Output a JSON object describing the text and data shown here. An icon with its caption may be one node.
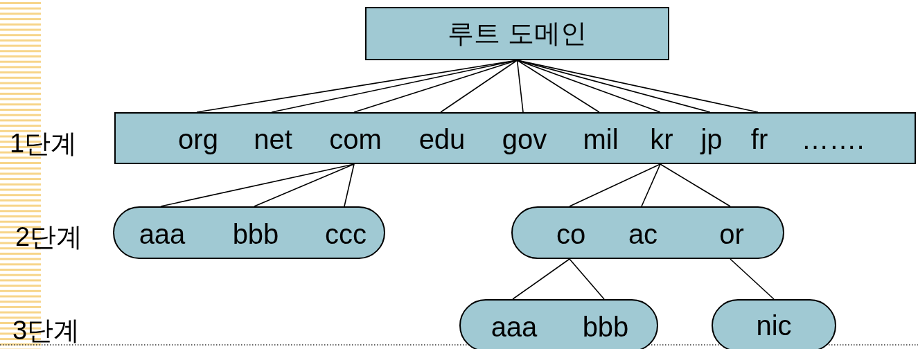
{
  "diagram": {
    "nodes": [
      {
        "text": [
          "루트 도메인"
        ]
      },
      {
        "text": [],
        "shape": "bar"
      },
      {
        "text": [
          "org"
        ],
        "in": 1
      },
      {
        "text": [
          "net"
        ],
        "in": 1
      },
      {
        "text": [
          "com"
        ],
        "in": 1
      },
      {
        "text": [
          "edu"
        ],
        "in": 1
      },
      {
        "text": [
          "gov"
        ],
        "in": 1
      },
      {
        "text": [
          "mil"
        ],
        "in": 1
      },
      {
        "text": [
          "kr"
        ],
        "in": 1
      },
      {
        "text": [
          "jp"
        ],
        "in": 1
      },
      {
        "text": [
          "fr"
        ],
        "in": 1
      },
      {
        "text": [
          "……."
        ],
        "in": 1
      },
      {
        "text": [],
        "shape": "pill"
      },
      {
        "text": [
          "aaa"
        ],
        "in": 12
      },
      {
        "text": [
          "bbb"
        ],
        "in": 12
      },
      {
        "text": [
          "ccc"
        ],
        "in": 12
      },
      {
        "text": [],
        "shape": "pill"
      },
      {
        "text": [
          "co"
        ],
        "in": 16
      },
      {
        "text": [
          "ac"
        ],
        "in": 16
      },
      {
        "text": [
          "or"
        ],
        "in": 16
      },
      {
        "text": [],
        "shape": "pill"
      },
      {
        "text": [
          "aaa"
        ],
        "in": 20
      },
      {
        "text": [
          "bbb"
        ],
        "in": 20
      },
      {
        "text": [
          "nic"
        ]
      }
    ],
    "edges": [
      {
        "from": 0,
        "to": 2,
        "arrow": "none"
      },
      {
        "from": 0,
        "to": 3,
        "arrow": "none"
      },
      {
        "from": 0,
        "to": 4,
        "arrow": "none"
      },
      {
        "from": 0,
        "to": 5,
        "arrow": "none"
      },
      {
        "from": 0,
        "to": 6,
        "arrow": "none"
      },
      {
        "from": 0,
        "to": 7,
        "arrow": "none"
      },
      {
        "from": 0,
        "to": 8,
        "arrow": "none"
      },
      {
        "from": 0,
        "to": 9,
        "arrow": "none"
      },
      {
        "from": 0,
        "to": 10,
        "arrow": "none"
      },
      {
        "from": 4,
        "to": 13,
        "arrow": "none"
      },
      {
        "from": 4,
        "to": 14,
        "arrow": "none"
      },
      {
        "from": 4,
        "to": 15,
        "arrow": "none"
      },
      {
        "from": 8,
        "to": 17,
        "arrow": "none"
      },
      {
        "from": 8,
        "to": 18,
        "arrow": "none"
      },
      {
        "from": 8,
        "to": 19,
        "arrow": "none"
      },
      {
        "from": 17,
        "to": 21,
        "arrow": "none"
      },
      {
        "from": 17,
        "to": 22,
        "arrow": "none"
      },
      {
        "from": 19,
        "to": 23,
        "arrow": "none"
      }
    ],
    "labels": [
      "1단계",
      "2단계",
      "3단계"
    ]
  }
}
